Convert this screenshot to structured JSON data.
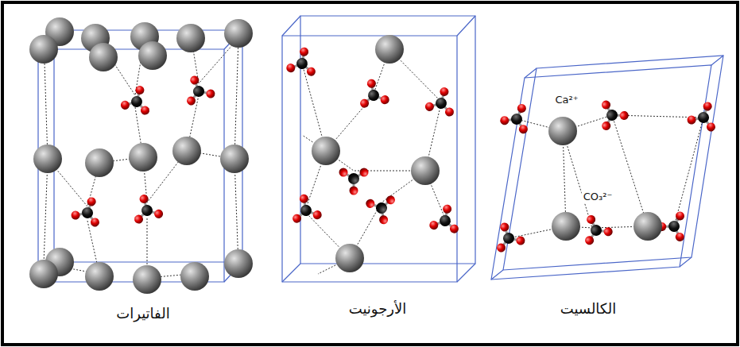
{
  "diagram": {
    "labels": [
      "الفاتيرات",
      "الأرجونيت",
      "الكالسيت",
      "Ca²⁺",
      "CO₃²⁻"
    ]
  }
}
